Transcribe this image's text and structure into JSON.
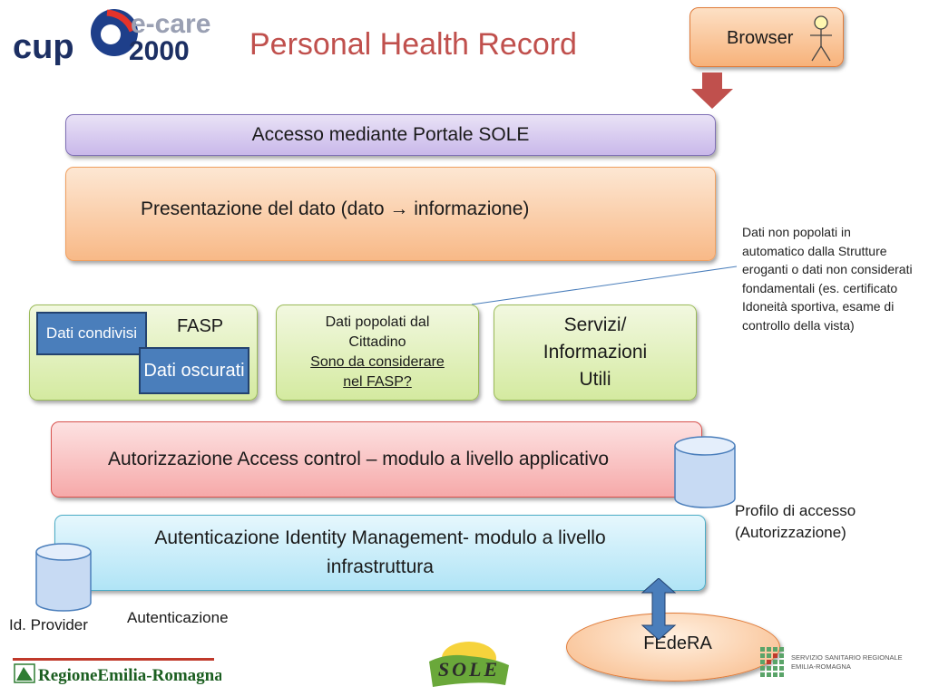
{
  "header": {
    "logo_text_1": "cup",
    "logo_text_2": "e-care",
    "logo_text_3": "2000",
    "title": "Personal Health Record"
  },
  "browser": {
    "label": "Browser",
    "icon": "user-icon"
  },
  "layers": {
    "portal": "Accesso mediante Portale SOLE",
    "presentation": "Presentazione del dato (dato → informazione)",
    "fasp": {
      "label": "FASP",
      "chip1": "Dati condivisi",
      "chip2": "Dati oscurati"
    },
    "popolati": {
      "line1": "Dati popolati dal Cittadino",
      "line2": "Sono da considerare nel FASP?"
    },
    "servizi": "Servizi/ Informazioni Utili",
    "authorization": "Autorizzazione Access control – modulo a livello applicativo",
    "authentication": "Autenticazione  Identity Management- modulo a livello infrastruttura"
  },
  "note": "Dati non popolati in automatico dalla Strutture eroganti  o dati non considerati fondamentali (es. certificato Idoneità sportiva, esame di controllo della vista)",
  "labels": {
    "profilo": "Profilo di accesso (Autorizzazione)",
    "id_provider": "Id. Provider",
    "autenticazione": "Autenticazione",
    "federa": "FEdeRA"
  },
  "footer": {
    "regione": "RegioneEmilia-Romagna",
    "sole": "SOLE",
    "ssr_line1": "SERVIZIO SANITARIO REGIONALE",
    "ssr_line2": "EMILIA-ROMAGNA"
  },
  "colors": {
    "title": "#c0504d",
    "accent_blue": "#4a7ebb",
    "arrow_red": "#c0504d"
  }
}
